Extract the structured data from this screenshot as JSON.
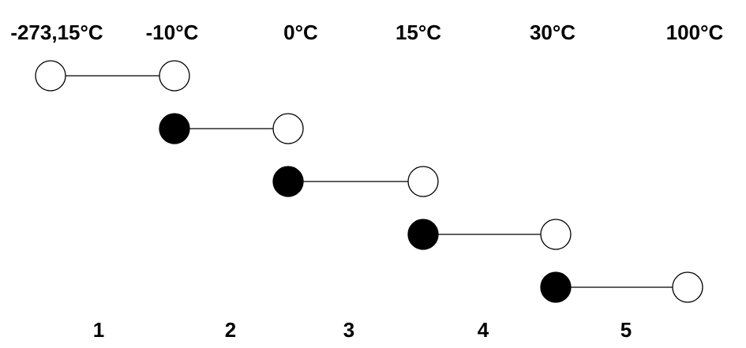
{
  "diagram": {
    "temperature_labels": [
      "-273,15°C",
      "-10°C",
      "0°C",
      "15°C",
      "30°C",
      "100°C"
    ],
    "intervals": [
      {
        "label": "1",
        "from": "-273,15°C",
        "to": "-10°C",
        "start": "open",
        "end": "open"
      },
      {
        "label": "2",
        "from": "-10°C",
        "to": "0°C",
        "start": "closed",
        "end": "open"
      },
      {
        "label": "3",
        "from": "0°C",
        "to": "15°C",
        "start": "closed",
        "end": "open"
      },
      {
        "label": "4",
        "from": "15°C",
        "to": "30°C",
        "start": "closed",
        "end": "open"
      },
      {
        "label": "5",
        "from": "30°C",
        "to": "100°C",
        "start": "closed",
        "end": "open"
      }
    ],
    "colors": {
      "line": "#000000",
      "closed_fill": "#000000",
      "open_fill": "#ffffff"
    }
  }
}
